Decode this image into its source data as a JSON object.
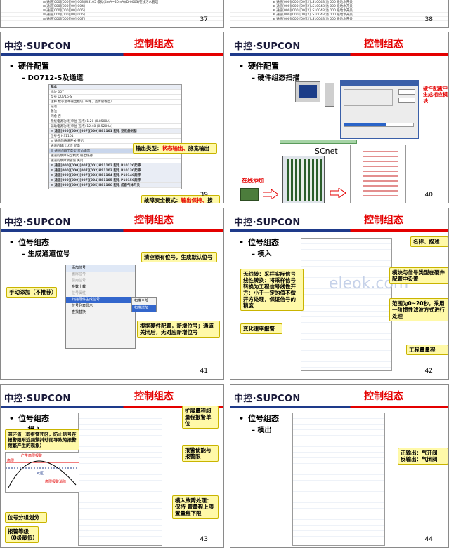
{
  "brand": "中控·SUPCON",
  "top_partial": {
    "left_lines": [
      "⊞ 通道[000][000][00][003]UIS105 模拟(4mA~20mA)(D-0003)在线污水管理",
      "⊞ 通道[000][000][00][004]",
      "⊞ 通道[000][000][00][005]",
      "⊞ 通道[000][000][00][006]",
      "⊞ 通道[000][000][00][007]"
    ],
    "left_page": "37",
    "right_lines": [
      "⊞ 通道[000][000][00][2]LS1004B 溢 000 级地水开关",
      "⊞ 通道[000][000][00][2]LS1004B 溢 000 级地水开关",
      "⊞ 通道[000][000][00][2]LS1004B 溢 000 级地水开关",
      "⊞ 通道[000][000][00][2]LS1004B 溢 000 级地水开关",
      "⊞ 通道[000][000][00][2]LS1004B 溢 000 级地水开关"
    ],
    "right_page": "38"
  },
  "slides": [
    {
      "title": "控制组态",
      "bullet": "硬件配置",
      "sub": "DO712-S及通道",
      "page": "39",
      "callouts": [
        {
          "text_a": "输出类型：",
          "text_b": "状态输出、",
          "text_c": "脉宽输出"
        },
        {
          "text_a": "故障安全模式：",
          "text_b": "输出保持、",
          "text_c": "按预置值输出"
        }
      ],
      "table_rows": [
        "基本",
        "地址 007",
        "型号 DO715-S",
        "注释 数字量半输出模块（8路，晶体管输出）",
        "描述",
        "备注",
        "冗余 否",
        "系统电源功耗(单位 瓦特) 1.20 (0.8500A)",
        "辅助电源功耗(单位 瓦特) 12.48 (0.5200A)",
        "⊟ 通道[000][000][007][000]HS1101 配电 至底盘制配",
        "位号名 HS1101",
        "⊟ 通道的通道开关 开启",
        "通道的输出状态 配电",
        "⊟ 通道的输出类型 状态输出",
        "通道的故障安全模式 输出保持",
        "通道的故障预置值 关闭",
        "⊞ 通道[000][000][007][001]HS1102 配电 P1012C起停",
        "⊞ 通道[000][000][007][002]HS1103 配电 P1013C起停",
        "⊞ 通道[000][000][007][003]HS1104 配电 P1014C起停",
        "⊞ 通道[000][000][007][004]HS1105 配电 P1015C起停",
        "⊞ 通道[000][000][007][005]HS1106 配电 成套气体开关"
      ]
    },
    {
      "title": "控制组态",
      "bullet": "硬件配置",
      "sub": "硬件组态扫描",
      "page": "40",
      "scnet": "SCnet",
      "online_label": "在线添加",
      "callout": "硬件配置中生成相应模块"
    },
    {
      "title": "控制组态",
      "bullet": "位号组态",
      "sub": "生成通道位号",
      "page": "41",
      "left_callout": "手动添加（不推荐）",
      "callouts": [
        "清空原有位号，生成默认位号",
        "根据硬件配置，新增位号；通道关闭后，无对应新增位号"
      ],
      "menu_items": [
        "添加位号",
        "删除位号",
        "引用位号",
        "参数上载",
        "位号属性",
        "扫描硬件生成位号",
        "位号列表显示",
        "查找替换"
      ],
      "submenu_items": [
        "扫描全部",
        "扫描增加"
      ]
    },
    {
      "title": "控制组态",
      "bullet": "位号组态",
      "sub": "模入",
      "page": "42",
      "watermark": "eleok.com",
      "callouts": [
        "名称、描述",
        "模块与信号类型在硬件配置中设置",
        "范围为0~20秒，采用一阶惯性滤波方式进行处理",
        "工程量量程"
      ],
      "left_callouts": [
        "无线转：采样实际信号线性转换：将采样信号转换为工程信号线性开方：小于一定的值不做开方处理，保证信号的精度",
        "变化速率报警"
      ]
    },
    {
      "title": "控制组态",
      "bullet": "位号组态",
      "sub": "模入",
      "page": "43",
      "callouts": [
        "扩展量程超量程报警单位",
        "报警使能与报警限",
        "模入故障处理：保持 置量程上限 置量程下限"
      ],
      "left_callouts": [
        "滞环值（即报警死区，防止信号在报警限附近频繁抖动而导致的报警频繁产生的现象）",
        "位号分组划分",
        "报警等级（0级最低）"
      ],
      "graph": {
        "label_high": "高限",
        "label_dead": "死区",
        "label_alarm": "产生高限报警",
        "label_clear": "高限报警消除"
      }
    },
    {
      "title": "控制组态",
      "bullet": "位号组态",
      "sub": "模出",
      "page": "44",
      "callout_a": "正输出：气开阀",
      "callout_b": "反输出：气闭阀"
    }
  ]
}
